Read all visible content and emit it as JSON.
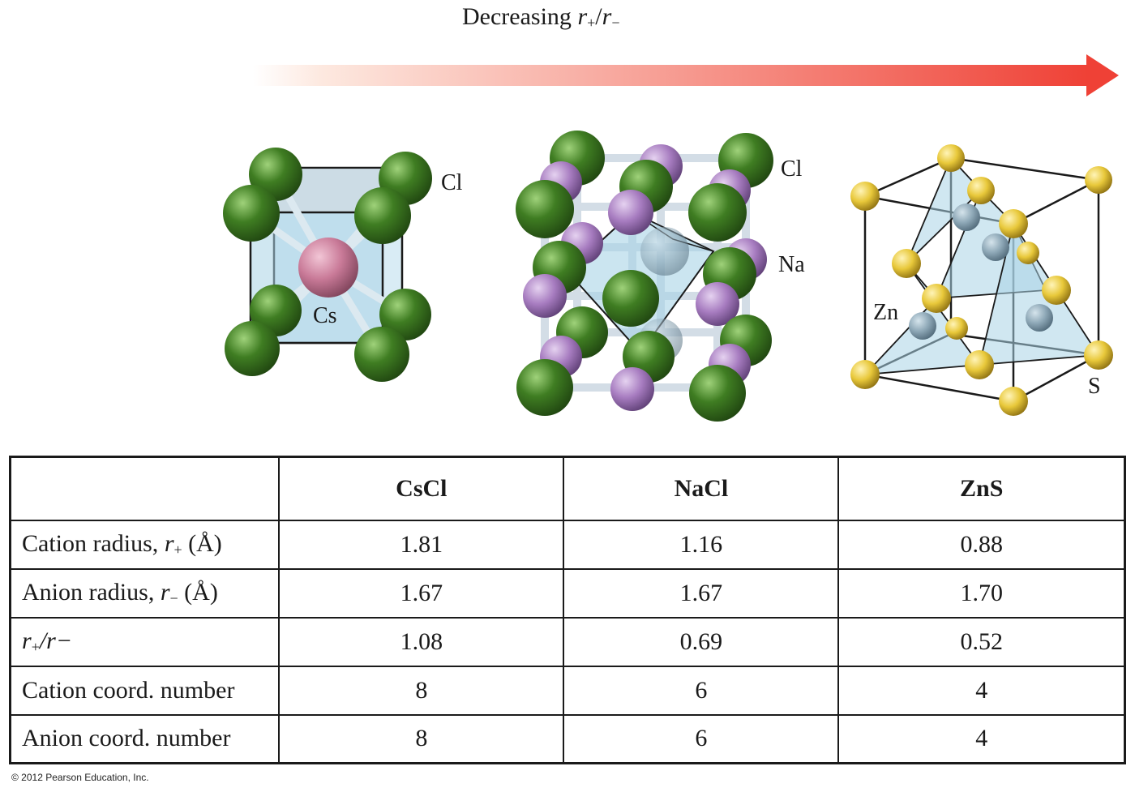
{
  "header": {
    "arrow_title_text": "Decreasing",
    "arrow_title_r": "r",
    "arrow_title_plus": "+",
    "arrow_title_slash": "/",
    "arrow_title_r2": "r",
    "arrow_title_minus": "−"
  },
  "colors": {
    "arrow_start": "#fde9e0",
    "arrow_end": "#ef4136",
    "chlorine": "#3f7d22",
    "cesium": "#c97a98",
    "sodium": "#a77cc0",
    "sulfur": "#e8c83a",
    "zinc": "#8fa9b8",
    "polyhedron": "#a9d3e6"
  },
  "structures": {
    "cscl": {
      "label_anion": "Cl",
      "label_cation": "Cs"
    },
    "nacl": {
      "label_anion": "Cl",
      "label_cation": "Na"
    },
    "zns": {
      "label_cation": "Zn",
      "label_anion": "S"
    }
  },
  "table": {
    "headers": [
      "",
      "CsCl",
      "NaCl",
      "ZnS"
    ],
    "rows": [
      {
        "label_main": "Cation radius, ",
        "label_var": "r",
        "label_sub": "+",
        "label_tail": " (Å)",
        "values": [
          "1.81",
          "1.16",
          "0.88"
        ]
      },
      {
        "label_main": "Anion radius, ",
        "label_var": "r",
        "label_sub": "−",
        "label_tail": " (Å)",
        "values": [
          "1.67",
          "1.67",
          "1.70"
        ]
      },
      {
        "label_main": "",
        "label_var": "r",
        "label_sub": "+",
        "label_tail": "/r−",
        "values": [
          "1.08",
          "0.69",
          "0.52"
        ]
      },
      {
        "label_main": "Cation coord. number",
        "label_var": "",
        "label_sub": "",
        "label_tail": "",
        "values": [
          "8",
          "6",
          "4"
        ]
      },
      {
        "label_main": "Anion coord. number",
        "label_var": "",
        "label_sub": "",
        "label_tail": "",
        "values": [
          "8",
          "6",
          "4"
        ]
      }
    ]
  },
  "footer": {
    "copyright": "© 2012 Pearson Education, Inc."
  }
}
